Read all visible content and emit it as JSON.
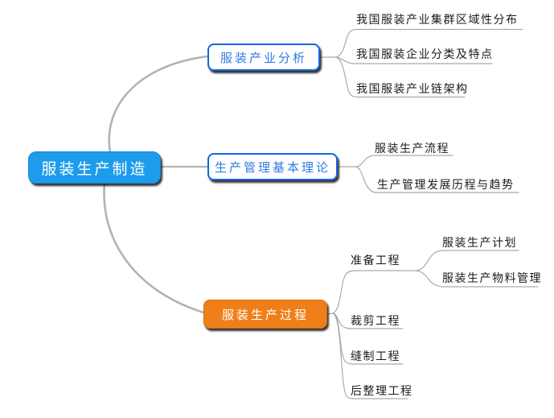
{
  "colors": {
    "root_fill": "#1E9CEB",
    "branch_border_blue": "#1365E4",
    "branch_text_blue": "#2E7CE3",
    "process_fill": "#EF7F1B",
    "connector_gray": "#B3B3B3",
    "leaf_text": "#1B1B1B"
  },
  "root": {
    "label": "服装生产制造"
  },
  "branches": [
    {
      "label": "服装产业分析",
      "children": [
        {
          "label": "我国服装产业集群区域性分布"
        },
        {
          "label": "我国服装企业分类及特点"
        },
        {
          "label": "我国服装产业链架构"
        }
      ]
    },
    {
      "label": "生产管理基本理论",
      "children": [
        {
          "label": "服装生产流程"
        },
        {
          "label": "生产管理发展历程与趋势"
        }
      ]
    },
    {
      "label": "服装生产过程",
      "children": [
        {
          "label": "准备工程",
          "children": [
            {
              "label": "服装生产计划"
            },
            {
              "label": "服装生产物料管理"
            }
          ]
        },
        {
          "label": "裁剪工程"
        },
        {
          "label": "缝制工程"
        },
        {
          "label": "后整理工程"
        }
      ]
    }
  ]
}
